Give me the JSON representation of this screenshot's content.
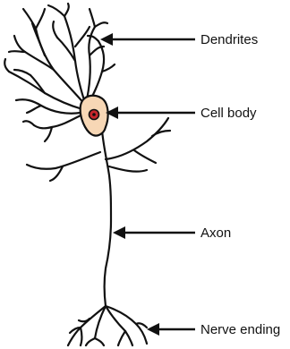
{
  "colors": {
    "stroke": "#111111",
    "cell_body_fill": "#f7d7b5",
    "nucleus_fill": "#c8262b",
    "background": "#ffffff"
  },
  "labels": {
    "dendrites": "Dendrites",
    "cell_body": "Cell body",
    "axon": "Axon",
    "nerve_ending": "Nerve ending"
  }
}
